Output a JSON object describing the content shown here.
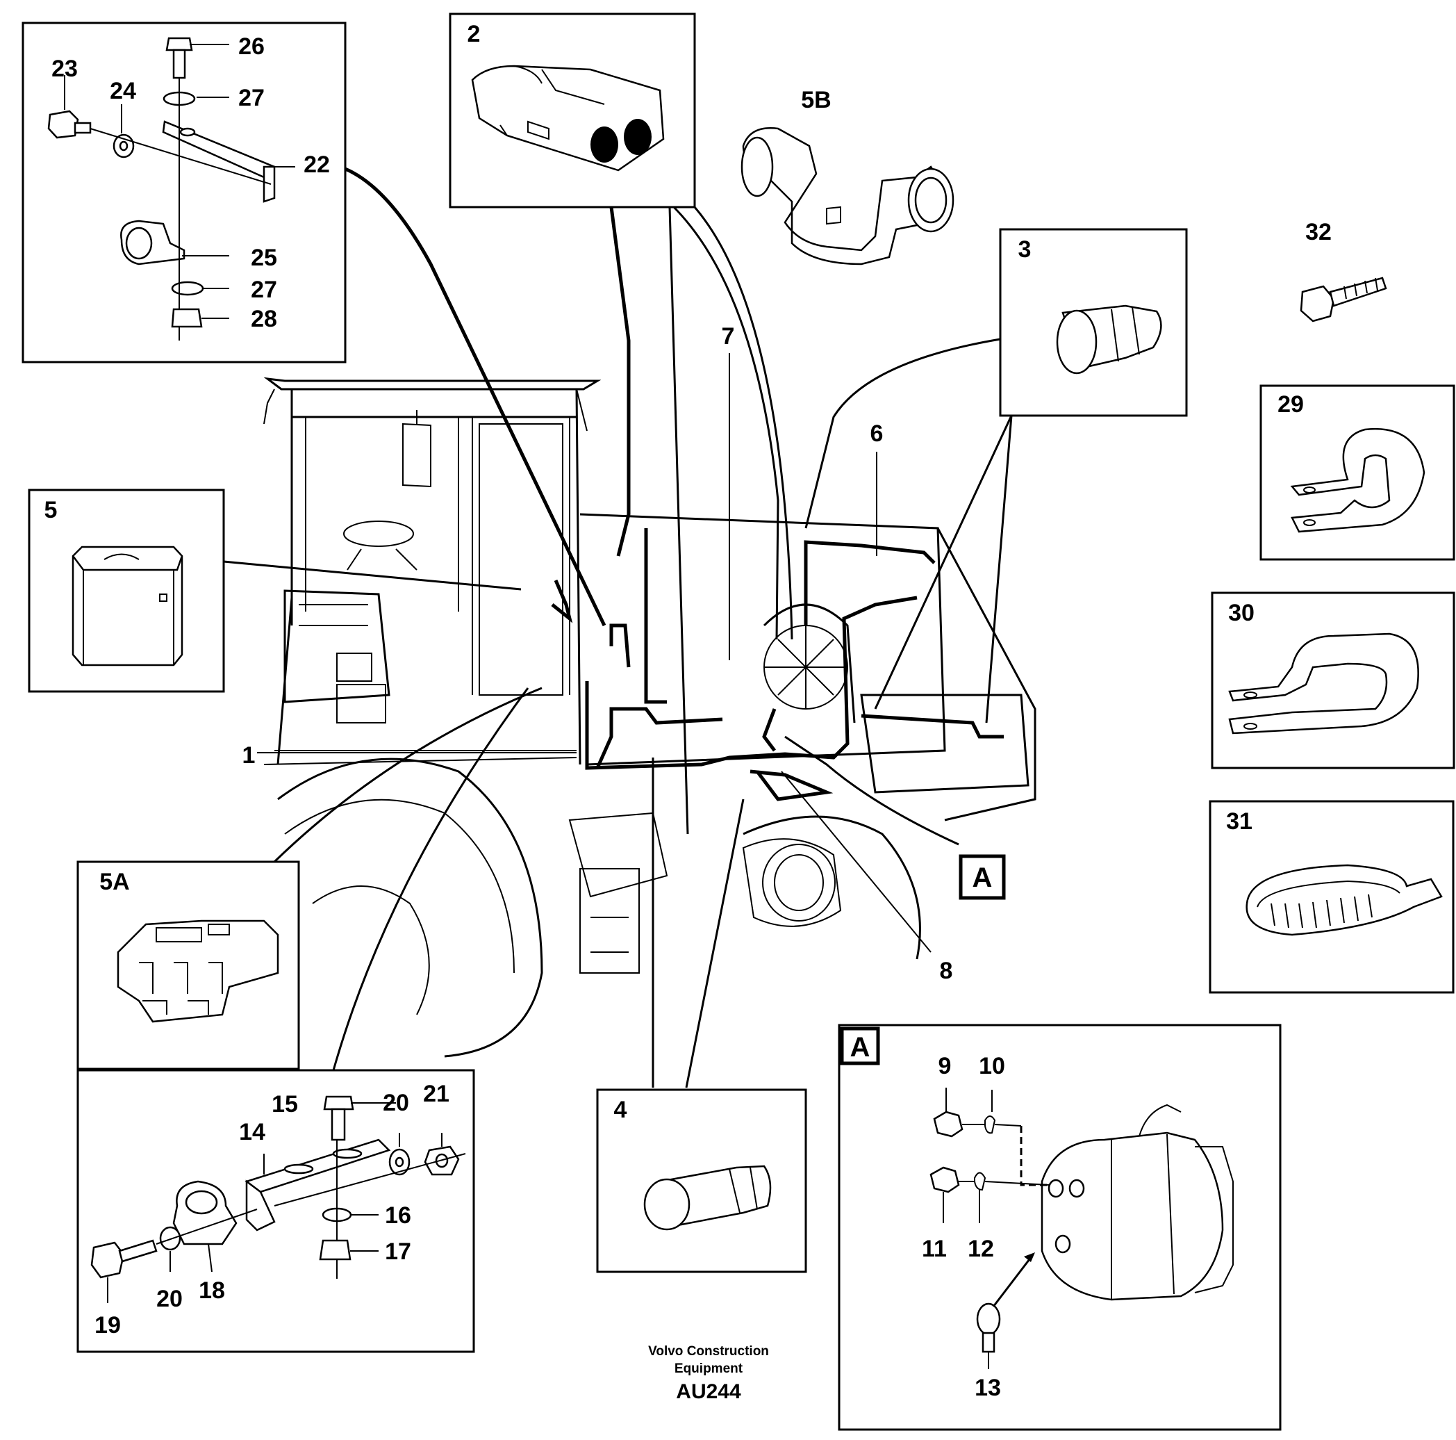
{
  "callouts": {
    "c1": "1",
    "c2": "2",
    "c3": "3",
    "c4": "4",
    "c5": "5",
    "c5A": "5A",
    "c5B": "5B",
    "c6": "6",
    "c7": "7",
    "c8": "8",
    "c9": "9",
    "c10": "10",
    "c11": "11",
    "c12": "12",
    "c13": "13",
    "c14": "14",
    "c15": "15",
    "c16": "16",
    "c17": "17",
    "c18": "18",
    "c19": "19",
    "c20a": "20",
    "c20b": "20",
    "c21": "21",
    "c22": "22",
    "c23": "23",
    "c24": "24",
    "c25": "25",
    "c26": "26",
    "c27a": "27",
    "c27b": "27",
    "c28": "28",
    "c29": "29",
    "c30": "30",
    "c31": "31",
    "c32": "32"
  },
  "detail_marker": "A",
  "footer": {
    "line1": "Volvo Construction",
    "line2": "Equipment",
    "code": "AU244"
  }
}
